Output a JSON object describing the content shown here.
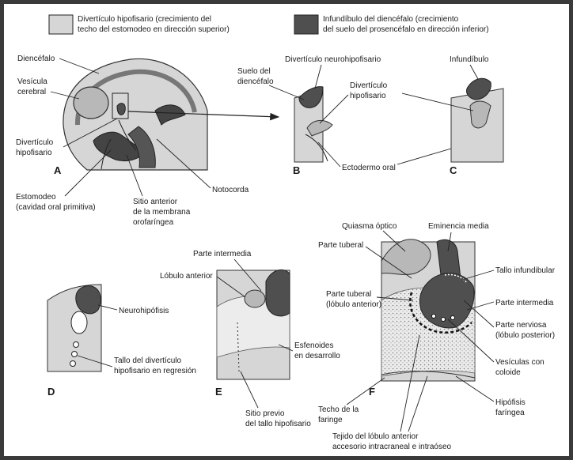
{
  "colors": {
    "pale_region": "#d6d6d6",
    "dark_region": "#4f4f4f",
    "tissue": "#b8b8b8",
    "line": "#222222"
  },
  "legend": {
    "pale": [
      "Divertículo hipofisario (crecimiento del",
      "techo del estomodeo en dirección superior)"
    ],
    "dark": [
      "Infundíbulo del diencéfalo (crecimiento",
      "del suelo del prosencéfalo en dirección inferior)"
    ]
  },
  "panels": {
    "A": {
      "letter": "A",
      "labels": {
        "diencefalo": "Diencéfalo",
        "vesicula": [
          "Vesícula",
          "cerebral"
        ],
        "diverticulo": [
          "Divertículo",
          "hipofisario"
        ],
        "estomodeo": [
          "Estomodeo",
          "(cavidad oral primitiva)"
        ],
        "sitio": [
          "Sitio anterior",
          "de la membrana",
          "orofaríngea"
        ],
        "notocorda": "Notocorda"
      }
    },
    "B": {
      "letter": "B",
      "labels": {
        "suelo": [
          "Suelo del",
          "diencéfalo"
        ],
        "neurohipofisario": "Divertículo neurohipofisario",
        "diverticulo": [
          "Divertículo",
          "hipofisario"
        ],
        "ectodermo": "Ectodermo oral"
      }
    },
    "C": {
      "letter": "C",
      "labels": {
        "infundibulo": "Infundíbulo"
      }
    },
    "D": {
      "letter": "D",
      "labels": {
        "neurohipofisis": "Neurohipófisis",
        "tallo": [
          "Tallo del divertículo",
          "hipofisario en regresión"
        ]
      }
    },
    "E": {
      "letter": "E",
      "labels": {
        "intermedia": "Parte intermedia",
        "lobulo": "Lóbulo anterior",
        "esfenoides": [
          "Esfenoides",
          "en desarrollo"
        ],
        "sitio": [
          "Sitio previo",
          "del tallo hipofisario"
        ]
      }
    },
    "F": {
      "letter": "F",
      "labels": {
        "quiasma": "Quiasma óptico",
        "eminencia": "Eminencia media",
        "tuberal": "Parte tuberal",
        "tallo_inf": "Tallo infundibular",
        "tuberal2": [
          "Parte tuberal",
          "(lóbulo anterior)"
        ],
        "intermedia": "Parte intermedia",
        "nerviosa": [
          "Parte nerviosa",
          "(lóbulo posterior)"
        ],
        "vesiculas": [
          "Vesículas con",
          "coloide"
        ],
        "techo": [
          "Techo de la",
          "faringe"
        ],
        "tejido": [
          "Tejido del lóbulo anterior",
          "accesorio intracraneal e intraóseo"
        ],
        "hipofisis": [
          "Hipófisis",
          "faríngea"
        ]
      }
    }
  }
}
